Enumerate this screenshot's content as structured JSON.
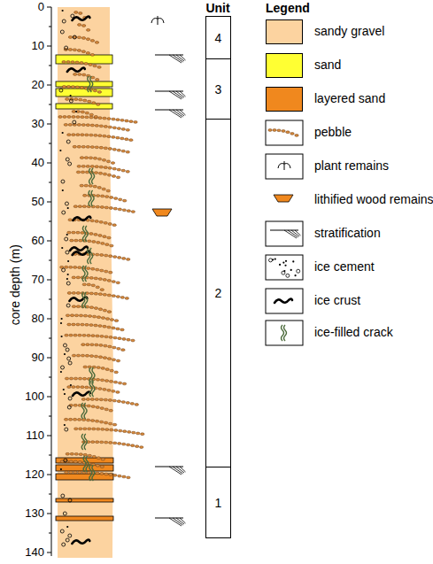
{
  "diagram": {
    "nodes": [
      {
        "text": [
          "4"
        ]
      },
      {
        "text": [
          "3"
        ]
      },
      {
        "text": [
          "2"
        ]
      },
      {
        "text": [
          "1"
        ]
      }
    ],
    "labels": [
      "0",
      "10",
      "20",
      "30",
      "40",
      "50",
      "60",
      "70",
      "80",
      "90",
      "100",
      "110",
      "120",
      "130",
      "140",
      "core depth (m)",
      "Unit",
      "Legend"
    ],
    "legend": [
      {
        "text": "sandy gravel",
        "color": "#fcd3a0"
      },
      {
        "text": "sand",
        "color": "#ffff33"
      },
      {
        "text": "layered sand",
        "color": "#f0881e"
      },
      {
        "text": "pebble"
      },
      {
        "text": "plant remains"
      },
      {
        "text": "lithified wood remains"
      },
      {
        "text": "stratification"
      },
      {
        "text": "ice cement"
      },
      {
        "text": "ice crust"
      },
      {
        "text": "ice-filled crack"
      }
    ]
  }
}
